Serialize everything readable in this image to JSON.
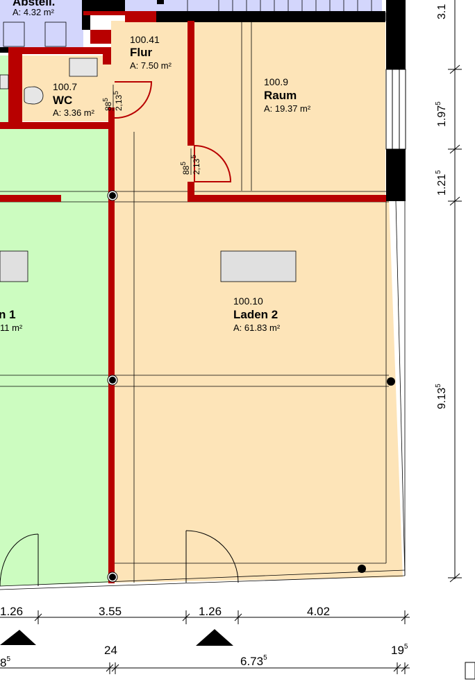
{
  "rooms": {
    "abstell": {
      "name": "Abstell.",
      "area": "A: 4.32 m²"
    },
    "flur": {
      "number": "100.41",
      "name": "Flur",
      "area": "A: 7.50 m²"
    },
    "wc": {
      "number": "100.7",
      "name": "WC",
      "area": "A: 3.36 m²"
    },
    "raum": {
      "number": "100.9",
      "name": "Raum",
      "area": "A: 19.37 m²"
    },
    "laden1": {
      "name": "n 1",
      "area": "11 m²"
    },
    "laden2": {
      "number": "100.10",
      "name": "Laden 2",
      "area": "A: 61.83 m²"
    }
  },
  "door_labels": {
    "wc_door": {
      "width": "88",
      "width_sup": "5",
      "height": "2,13",
      "height_sup": "5"
    },
    "raum_door": {
      "width": "88",
      "width_sup": "5",
      "height": "2,13",
      "height_sup": "5"
    }
  },
  "dimensions": {
    "row1": {
      "d1": "1.26",
      "d2": "3.55",
      "d3": "1.26",
      "d4": "4.02"
    },
    "row2": {
      "d1": "8",
      "d1_sup": "5",
      "d2": "24",
      "d3": "6.73",
      "d3_sup": "5",
      "d4": "19",
      "d4_sup": "5"
    },
    "vertical": {
      "v1": "3.1",
      "v2": "1.97",
      "v2_sup": "5",
      "v3": "1.21",
      "v3_sup": "5",
      "v4": "9.13",
      "v4_sup": "5"
    }
  },
  "colors": {
    "wall": "#b80000",
    "laden2_fill": "#fde4b8",
    "laden1_fill": "#ccfcc0",
    "abstell_fill": "#d3d6fc"
  }
}
